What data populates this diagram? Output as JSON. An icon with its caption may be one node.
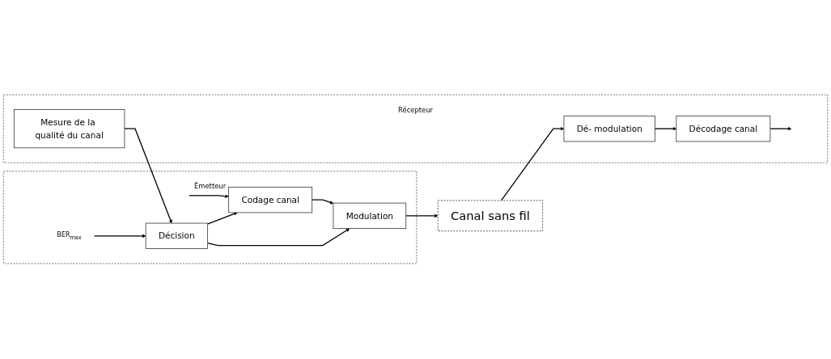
{
  "diagram": {
    "nodes": [
      {
        "text": [
          "Émetteur"
        ]
      },
      {
        "text": [
          "Codage canal"
        ],
        "in": 0
      },
      {
        "text": [
          "Modulation"
        ],
        "in": 0
      },
      {
        "text": [
          "Décision"
        ],
        "in": 0
      },
      {
        "text": [
          "Canal sans fil"
        ]
      },
      {
        "text": [
          "Récepteur"
        ]
      },
      {
        "text": [
          "Dé- modulation"
        ],
        "in": 5
      },
      {
        "text": [
          "Décodage canal"
        ],
        "in": 5
      },
      {
        "text": [
          "Mesure de la qualité du canal"
        ],
        "in": 5
      },
      {
        "text": [
          "BER$_{max}$"
        ],
        "in": 0
      }
    ],
    "edges": [
      {
        "from": null,
        "to": 1,
        "arrow": "to"
      },
      {
        "from": 1,
        "to": 2,
        "arrow": "to"
      },
      {
        "from": 2,
        "to": 4,
        "arrow": "to"
      },
      {
        "from": 4,
        "to": 6,
        "arrow": "to"
      },
      {
        "from": 6,
        "to": 7,
        "arrow": "to"
      },
      {
        "from": 7,
        "to": null,
        "arrow": "to"
      },
      {
        "from": 3,
        "to": 1,
        "arrow": "to"
      },
      {
        "from": 3,
        "to": 2,
        "arrow": "to"
      },
      {
        "from": 9,
        "to": 3,
        "arrow": "to"
      },
      {
        "from": 8,
        "to": 3,
        "arrow": "to"
      }
    ]
  }
}
